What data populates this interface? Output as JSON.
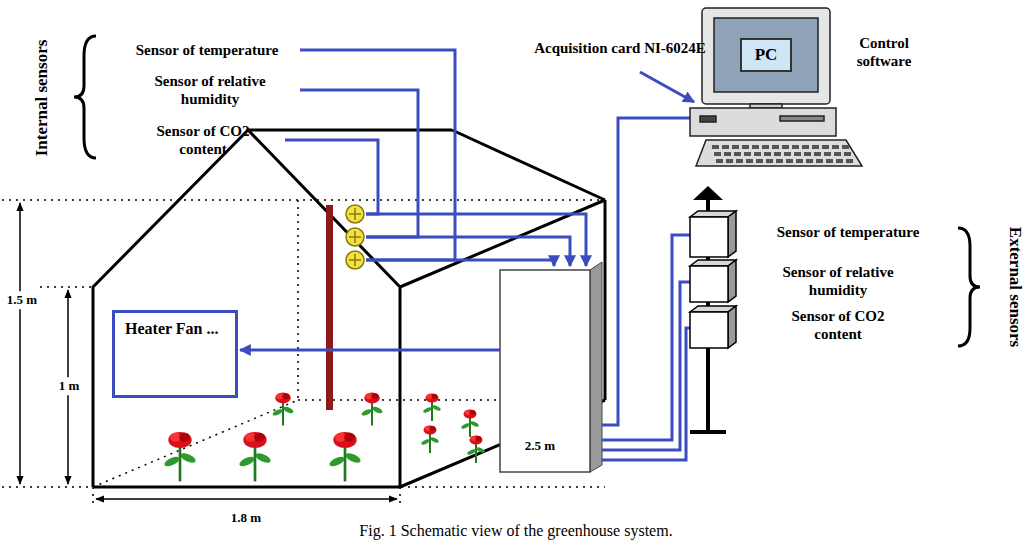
{
  "diagram": {
    "caption": "Fig. 1 Schematic view of the greenhouse system.",
    "nodes": [
      {
        "text": [
          "PC"
        ]
      },
      {
        "text": [
          "Heater Fan ..."
        ]
      }
    ],
    "labels": [
      "Sensor of temperature",
      "Sensor of relative humidity",
      "Sensor of CO2 content",
      "Internal sensors",
      "Acquisition card NI-6024E",
      "Control software",
      "Sensor of temperature",
      "Sensor of relative humidity",
      "Sensor of CO2 content",
      "External sensors",
      "1.5 m",
      "1 m",
      "1.8 m",
      "2.5 m"
    ]
  }
}
